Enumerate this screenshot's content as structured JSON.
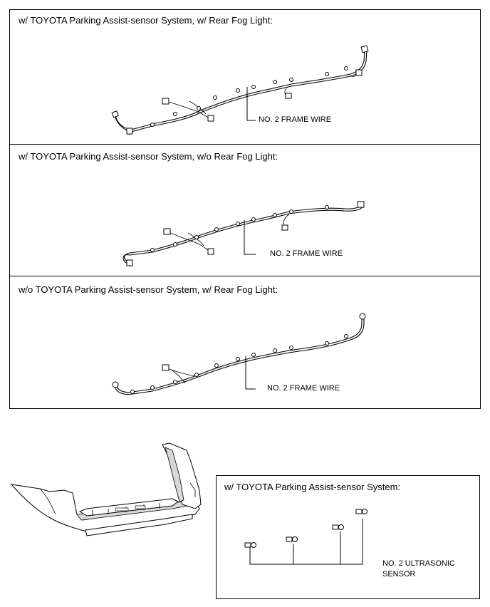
{
  "panels": [
    {
      "title": "w/ TOYOTA Parking Assist-sensor System, w/ Rear Fog Light:",
      "callout": "NO. 2 FRAME WIRE"
    },
    {
      "title": "w/ TOYOTA Parking Assist-sensor System, w/o Rear Fog Light:",
      "callout": "NO. 2 FRAME WIRE"
    },
    {
      "title": "w/o TOYOTA Parking Assist-sensor System, w/ Rear Fog Light:",
      "callout": "NO. 2 FRAME WIRE"
    }
  ],
  "sensor_panel": {
    "title": "w/ TOYOTA Parking Assist-sensor System:",
    "callout_line1": "NO. 2 ULTRASONIC",
    "callout_line2": "SENSOR"
  }
}
